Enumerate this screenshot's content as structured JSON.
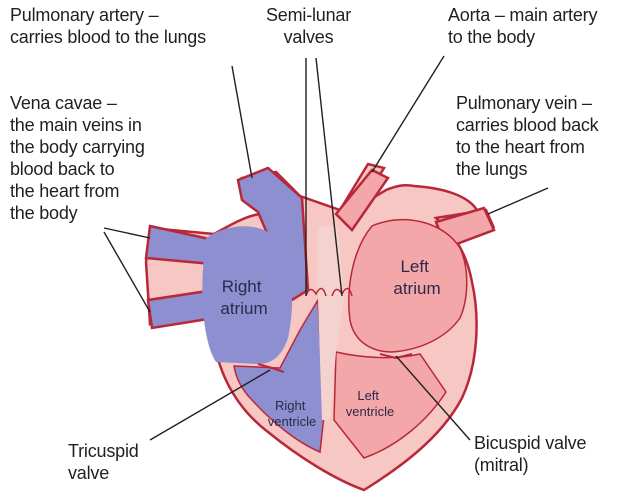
{
  "labels": {
    "pulmonary_artery": [
      "Pulmonary artery –",
      "carries blood to the lungs"
    ],
    "semilunar": [
      "Semi-lunar",
      "valves"
    ],
    "aorta": [
      "Aorta – main artery",
      "to the body"
    ],
    "vena_cavae": [
      "Vena cavae –",
      "the main veins in",
      "the body carrying",
      "blood back to",
      "the heart from",
      "the body"
    ],
    "pulmonary_vein": [
      "Pulmonary vein –",
      "carries blood back",
      "to the heart from",
      "the lungs"
    ],
    "tricuspid": [
      "Tricuspid",
      "valve"
    ],
    "bicuspid": [
      "Bicuspid valve",
      "(mitral)"
    ]
  },
  "chambers": {
    "right_atrium": [
      "Right",
      "atrium"
    ],
    "left_atrium": [
      "Left",
      "atrium"
    ],
    "right_ventricle": [
      "Right",
      "ventricle"
    ],
    "left_ventricle": [
      "Left",
      "ventricle"
    ]
  },
  "colors": {
    "deoxygenated": "#8e8fd0",
    "oxygenated": "#f3a7a8",
    "outline": "#b8283a",
    "wall": "#f7c7c3"
  }
}
